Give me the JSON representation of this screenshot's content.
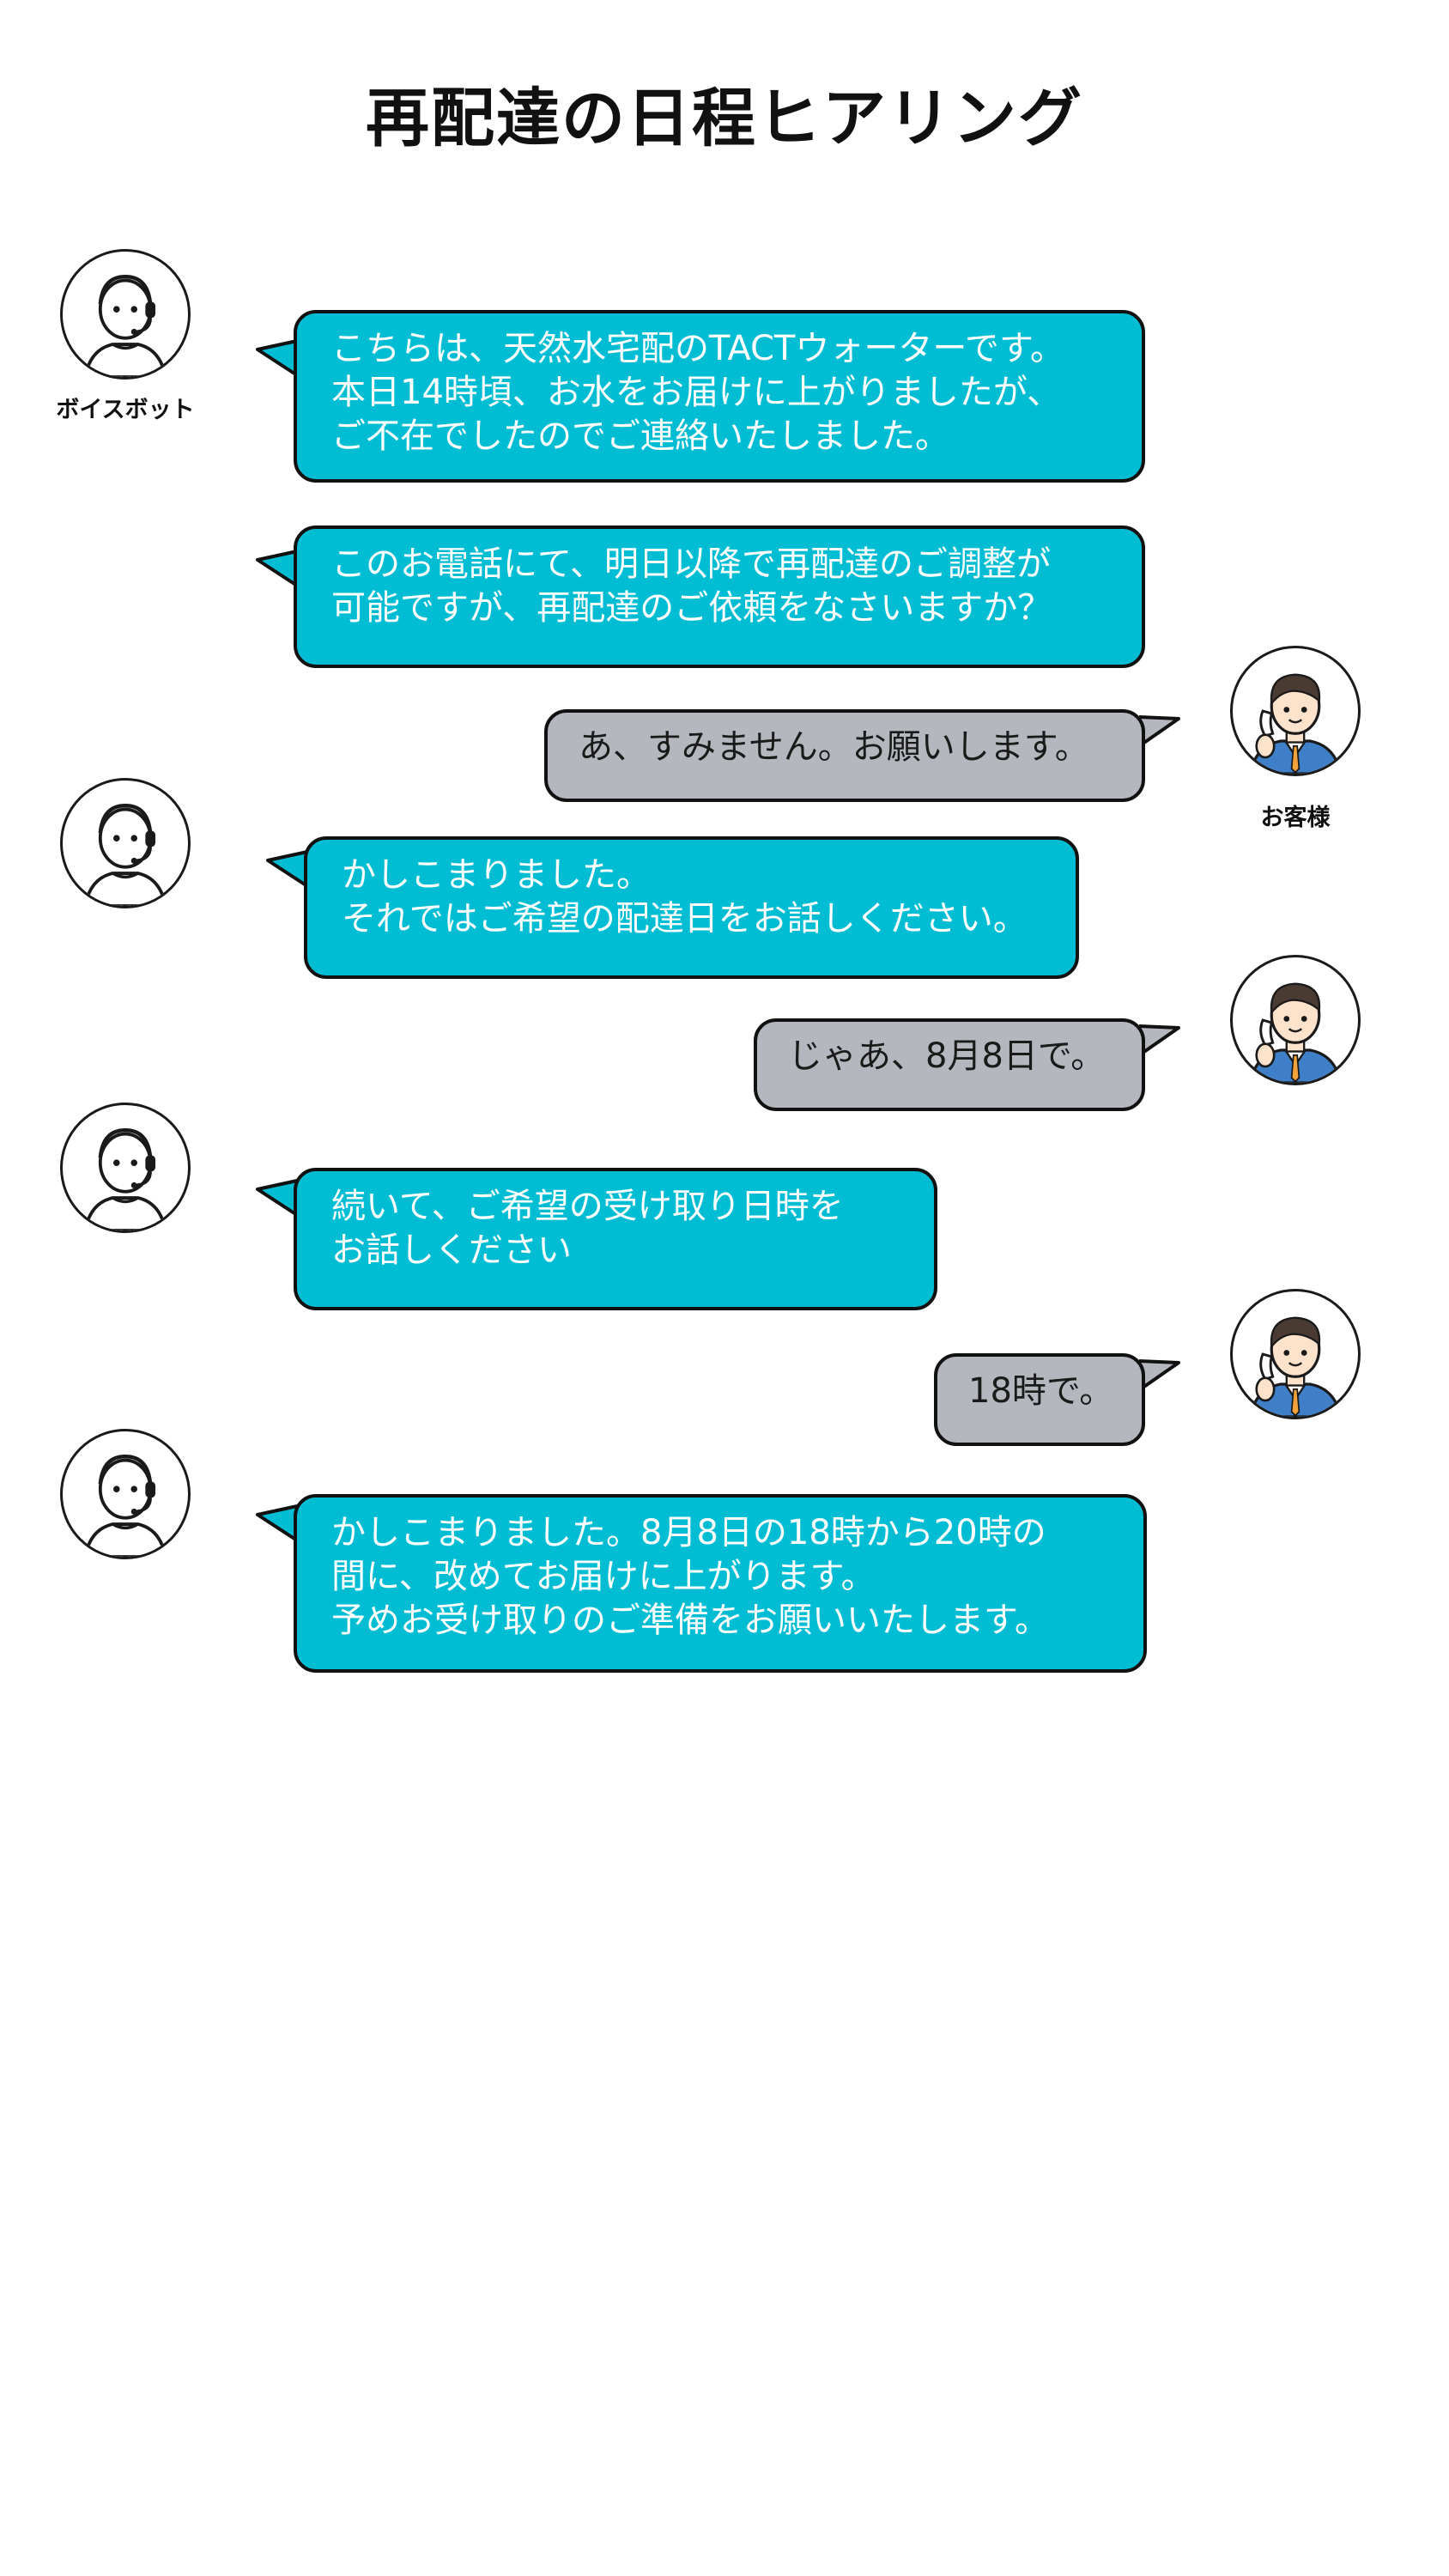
{
  "title": "再配達の日程ヒアリング",
  "speakers": {
    "bot": {
      "label": "ボイスボット",
      "icon": "headset-operator-icon"
    },
    "customer": {
      "label": "お客様",
      "icon": "phone-man-icon"
    }
  },
  "colors": {
    "bot_bubble": "#00bdd3",
    "user_bubble": "#b4b8be",
    "outline": "#111111"
  },
  "messages": [
    {
      "speaker": "bot",
      "lines": [
        "こちらは、天然水宅配のTACTウォーターです。",
        "本日14時頃、お水をお届けに上がりましたが、",
        "ご不在でしたのでご連絡いたしました。"
      ]
    },
    {
      "speaker": "bot",
      "lines": [
        "このお電話にて、明日以降で再配達のご調整が",
        "可能ですが、再配達のご依頼をなさいますか？"
      ]
    },
    {
      "speaker": "customer",
      "lines": [
        "あ、すみません。お願いします。"
      ]
    },
    {
      "speaker": "bot",
      "lines": [
        "かしこまりました。",
        "それではご希望の配達日をお話しください。"
      ]
    },
    {
      "speaker": "customer",
      "lines": [
        "じゃあ、8月8日で。"
      ]
    },
    {
      "speaker": "bot",
      "lines": [
        "続いて、ご希望の受け取り日時を",
        "お話しください"
      ]
    },
    {
      "speaker": "customer",
      "lines": [
        "18時で。"
      ]
    },
    {
      "speaker": "bot",
      "lines": [
        "かしこまりました。8月8日の18時から20時の",
        "間に、改めてお届けに上がります。",
        "予めお受け取りのご準備をお願いいたします。"
      ]
    }
  ]
}
